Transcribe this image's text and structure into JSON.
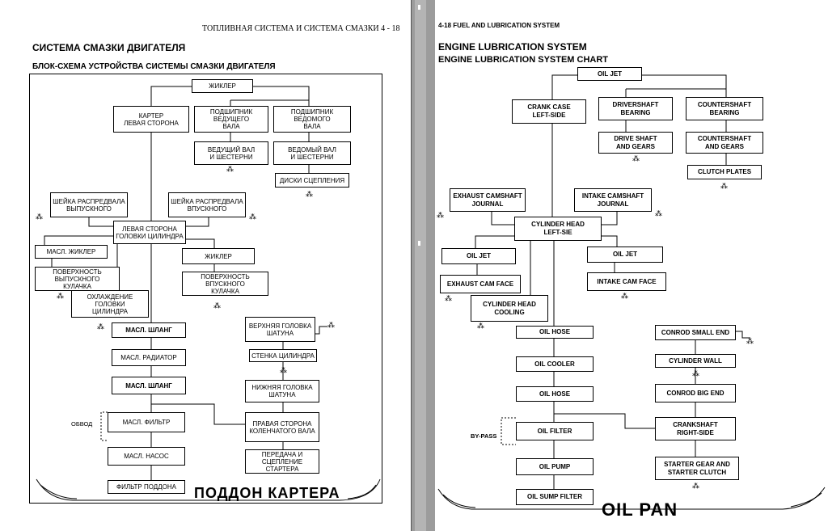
{
  "left": {
    "running_head": "ТОПЛИВНАЯ СИСТЕМА И СИСТЕМА СМАЗКИ 4 - 18",
    "title": "СИСТЕМА СМАЗКИ ДВИГАТЕЛЯ",
    "subtitle": "БЛОК-СХЕМА УСТРОЙСТВА СИСТЕМЫ СМАЗКИ ДВИГАТЕЛЯ",
    "boxes": {
      "oil_jet": "ЖИКЛЕР",
      "crankcase_left": "КАРТЕР\nЛЕВАЯ СТОРОНА",
      "driveshaft_bearing": "ПОДШИПНИК ВЕДУЩЕГО\nВАЛА",
      "countershaft_bearing": "ПОДШИПНИК ВЕДОМОГО\nВАЛА",
      "drive_shaft_gears": "ВЕДУЩИЙ ВАЛ\nИ ШЕСТЕРНИ",
      "countershaft_gears": "ВЕДОМЫЙ ВАЛ\nИ ШЕСТЕРНИ",
      "clutch_plates": "ДИСКИ СЦЕПЛЕНИЯ",
      "exhaust_cam_journal": "ШЕЙКА РАСПРЕДВАЛА\nВЫПУСКНОГО",
      "intake_cam_journal": "ШЕЙКА РАСПРЕДВАЛА\nВПУСКНОГО",
      "cylinder_head_left": "ЛЕВАЯ СТОРОНА\nГОЛОВКИ ЦИЛИНДРА",
      "oil_jet_exhaust": "МАСЛ. ЖИКЛЕР",
      "oil_jet_intake": "ЖИКЛЕР",
      "exhaust_cam_face": "ПОВЕРХНОСТЬ ВЫПУСКНОГО\nКУЛАЧКА",
      "intake_cam_face": "ПОВЕРХНОСТЬ ВПУСКНОГО\nКУЛАЧКА",
      "cylinder_head_cooling": "ОХЛАЖДЕНИЕ ГОЛОВКИ\nЦИЛИНДРА",
      "oil_hose_upper": "МАСЛ. ШЛАНГ",
      "oil_cooler": "МАСЛ. РАДИАТОР",
      "oil_hose_lower": "МАСЛ. ШЛАНГ",
      "oil_filter": "МАСЛ. ФИЛЬТР",
      "oil_pump": "МАСЛ. НАСОС",
      "oil_sump_filter": "ФИЛЬТР ПОДДОНА",
      "conrod_small_end": "ВЕРХНЯЯ ГОЛОВКА\nШАТУНА",
      "cylinder_wall": "СТЕНКА ЦИЛИНДРА",
      "conrod_big_end": "НИЖНЯЯ ГОЛОВКА\nШАТУНА",
      "crankshaft_right": "ПРАВАЯ СТОРОНА\nКОЛЕНЧАТОГО ВАЛА",
      "starter_gear": "ПЕРЕДАЧА И СЦЕПЛЕНИЕ\nСТАРТЕРА"
    },
    "bypass_label": "ОБВОД",
    "pan_label": "ПОДДОН КАРТЕРА"
  },
  "right": {
    "running_head": "4-18    FUEL AND LUBRICATION SYSTEM",
    "title": "ENGINE LUBRICATION SYSTEM",
    "subtitle": "ENGINE LUBRICATION SYSTEM CHART",
    "boxes": {
      "oil_jet": "OIL JET",
      "crankcase_left": "CRANK CASE\nLEFT-SIDE",
      "driveshaft_bearing": "DRIVERSHAFT\nBEARING",
      "countershaft_bearing": "COUNTERSHAFT\nBEARING",
      "drive_shaft_gears": "DRIVE SHAFT\nAND GEARS",
      "countershaft_gears": "COUNTERSHAFT\nAND GEARS",
      "clutch_plates": "CLUTCH PLATES",
      "exhaust_cam_journal": "EXHAUST CAMSHAFT\nJOURNAL",
      "intake_cam_journal": "INTAKE CAMSHAFT\nJOURNAL",
      "cylinder_head_left": "CYLINDER HEAD\nLEFT-SIE",
      "oil_jet_exhaust": "OIL JET",
      "oil_jet_intake": "OIL JET",
      "exhaust_cam_face": "EXHAUST CAM FACE",
      "intake_cam_face": "INTAKE CAM FACE",
      "cylinder_head_cooling": "CYLINDER HEAD\nCOOLING",
      "oil_hose_upper": "OIL HOSE",
      "oil_cooler": "OIL COOLER",
      "oil_hose_lower": "OIL HOSE",
      "oil_filter": "OIL FILTER",
      "oil_pump": "OIL PUMP",
      "oil_sump_filter": "OIL SUMP FILTER",
      "conrod_small_end": "CONROD SMALL END",
      "cylinder_wall": "CYLINDER WALL",
      "conrod_big_end": "CONROD BIG END",
      "crankshaft_right": "CRANKSHAFT\nRIGHT-SIDE",
      "starter_gear": "STARTER GEAR AND\nSTARTER CLUTCH"
    },
    "bypass_label": "BY-PASS",
    "pan_label": "OIL PAN"
  }
}
